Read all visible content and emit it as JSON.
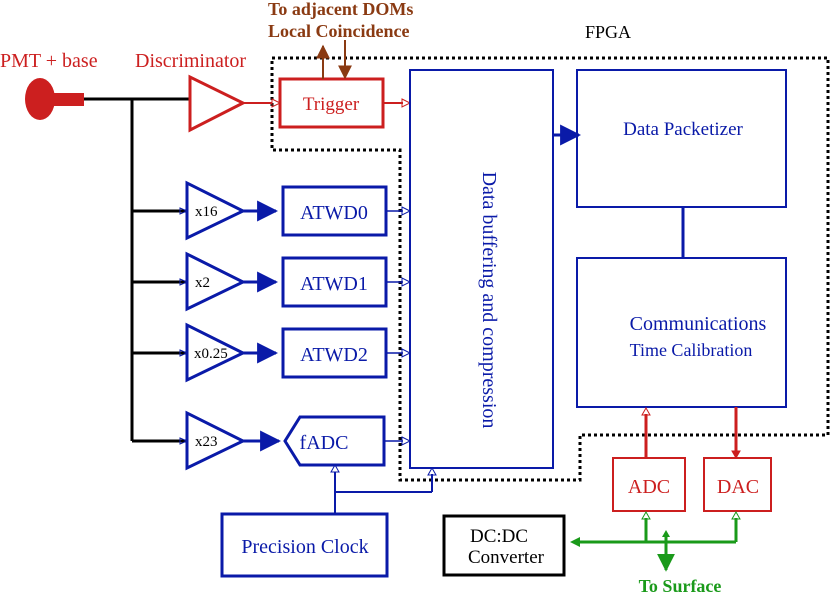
{
  "labels": {
    "pmt_base": "PMT + base",
    "discriminator": "Discriminator",
    "to_adjacent": "To adjacent DOMs",
    "local_coincidence": "Local Coincidence",
    "fpga": "FPGA",
    "trigger": "Trigger",
    "data_buffering": "Data buffering and compression",
    "data_packetizer": "Data Packetizer",
    "communications": "Communications",
    "time_calibration": "Time Calibration",
    "gain_x16": "x16",
    "gain_x2": "x2",
    "gain_x025": "x0.25",
    "gain_x23": "x23",
    "atwd0": "ATWD0",
    "atwd1": "ATWD1",
    "atwd2": "ATWD2",
    "fadc": "fADC",
    "precision_clock": "Precision Clock",
    "adc": "ADC",
    "dac": "DAC",
    "dcdc_line1": "DC:DC",
    "dcdc_line2": "Converter",
    "to_surface": "To Surface"
  },
  "colors": {
    "red": "#cc1f1f",
    "blue": "#0a1aa8",
    "brown": "#8a3a12",
    "green": "#1a9a1a",
    "black": "#000000"
  }
}
